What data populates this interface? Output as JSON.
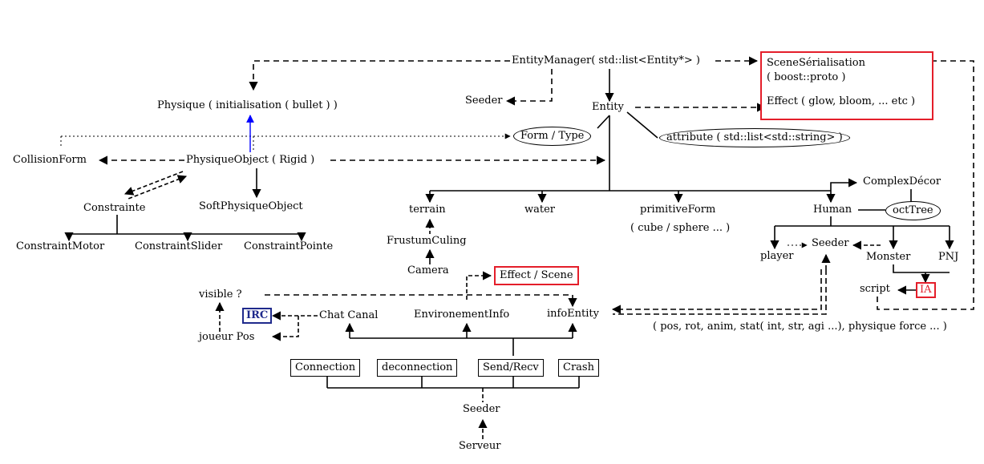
{
  "diagram": {
    "accent_red": "#e41e2a",
    "accent_blue": "#1f2a8c",
    "edge_blue": "#0000ff",
    "nodes": {
      "entity_manager": "EntityManager( std::list<Entity*> )",
      "physique": "Physique ( initialisation ( bullet ) )",
      "seeder_top": "Seeder",
      "entity": "Entity",
      "form_type": "Form / Type",
      "attribute": "attribute  ( std::list<std::string> )",
      "collision_form": "CollisionForm",
      "physique_object": "PhysiqueObject ( Rigid )",
      "constrainte": "Constrainte",
      "soft_physique_object": "SoftPhysiqueObject",
      "constraint_motor": "ConstraintMotor",
      "constraint_slider": "ConstraintSlider",
      "constraint_pointe": "ConstraintPointe",
      "terrain": "terrain",
      "water": "water",
      "primitive_form": "primitiveForm",
      "primitive_form_sub": "( cube / sphere ... )",
      "human": "Human",
      "complex_decor": "ComplexDécor",
      "oct_tree": "octTree",
      "frustum_culing": "FrustumCuling",
      "camera": "Camera",
      "effect_scene": "Effect / Scene",
      "player": "player",
      "seeder_human": "Seeder",
      "monster": "Monster",
      "pnj": "PNJ",
      "script": "script",
      "ia": "IA",
      "visible": "visible ?",
      "irc": "IRC",
      "chat_canal": "Chat Canal",
      "joueur_pos": "joueur Pos",
      "environement_info": "EnvironementInfo",
      "info_entity": "infoEntity",
      "info_entity_details": "( pos, rot, anim, stat( int, str, agi ...), physique force ... )",
      "connection": "Connection",
      "deconnection": "deconnection",
      "send_recv": "Send/Recv",
      "crash": "Crash",
      "seeder_bottom": "Seeder",
      "serveur": "Serveur"
    },
    "scene_panel": {
      "line1": "SceneSérialisation",
      "line2": "( boost::proto )",
      "line3": "Effect ( glow, bloom, ... etc )"
    }
  }
}
